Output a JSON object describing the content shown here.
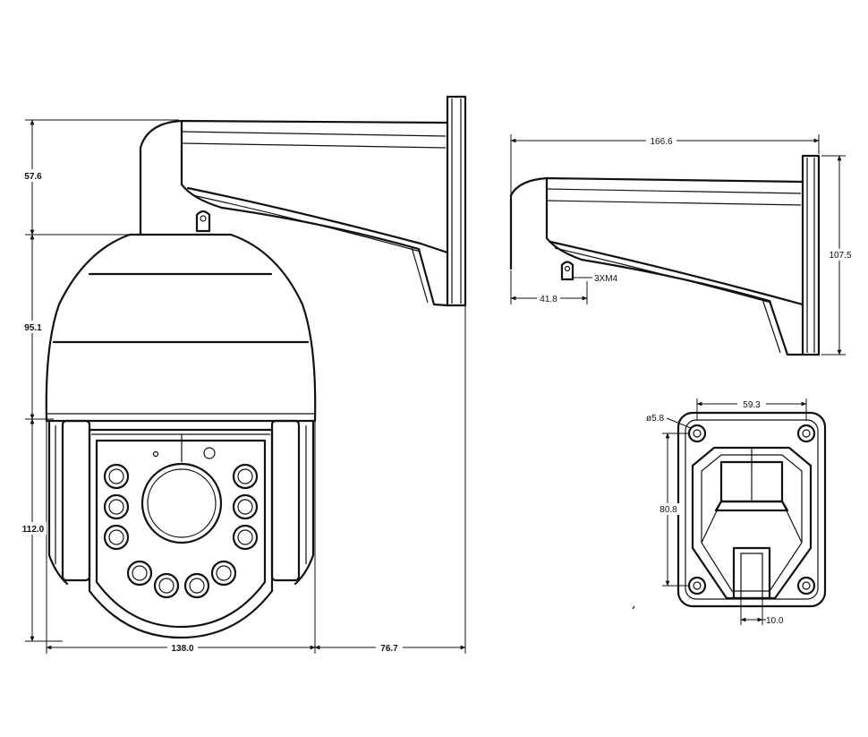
{
  "dimensions": {
    "mount_height": "57.6",
    "dome_upper": "95.1",
    "dome_lower": "112.0",
    "dome_width": "138.0",
    "arm_offset": "76.7",
    "bracket_length": "166.6",
    "bracket_height": "107.5",
    "screw_offset": "41.8",
    "screw_spec": "3XM4",
    "hole_spacing_h": "59.3",
    "hole_diameter": "ø5.8",
    "hole_spacing_v": "80.8",
    "slot_width": "10.0"
  },
  "colors": {
    "line": "#111111",
    "background": "#ffffff"
  }
}
